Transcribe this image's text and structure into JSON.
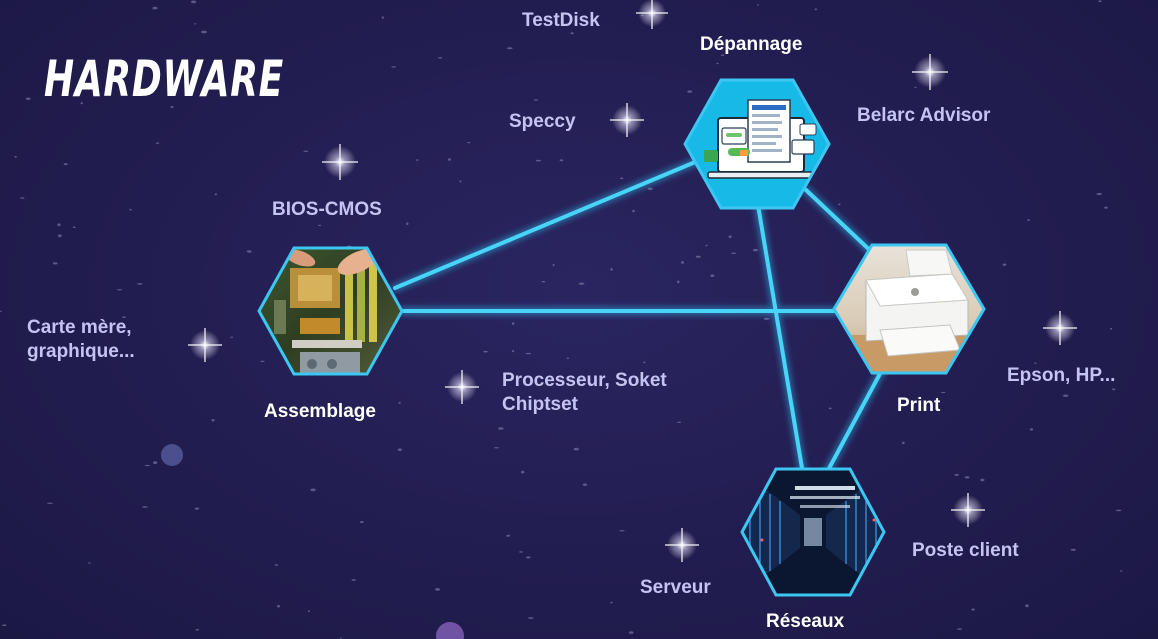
{
  "title": "HARDWARE",
  "nodes": {
    "depannage": "Dépannage",
    "assemblage": "Assemblage",
    "print": "Print",
    "reseaux": "Réseaux"
  },
  "labels": {
    "testdisk": "TestDisk",
    "speccy": "Speccy",
    "belarc": "Belarc Advisor",
    "bios": "BIOS-CMOS",
    "carte_line1": "Carte mère,",
    "carte_line2": "graphique...",
    "processeur_line1": "Processeur, Soket",
    "processeur_line2": "Chiptset",
    "epson": "Epson, HP...",
    "poste": "Poste client",
    "serveur": "Serveur"
  },
  "colors": {
    "background": "#221d4f",
    "link": "#3fd0f5",
    "hex_border": "#39c4ee",
    "label": "#c5c3f2"
  }
}
